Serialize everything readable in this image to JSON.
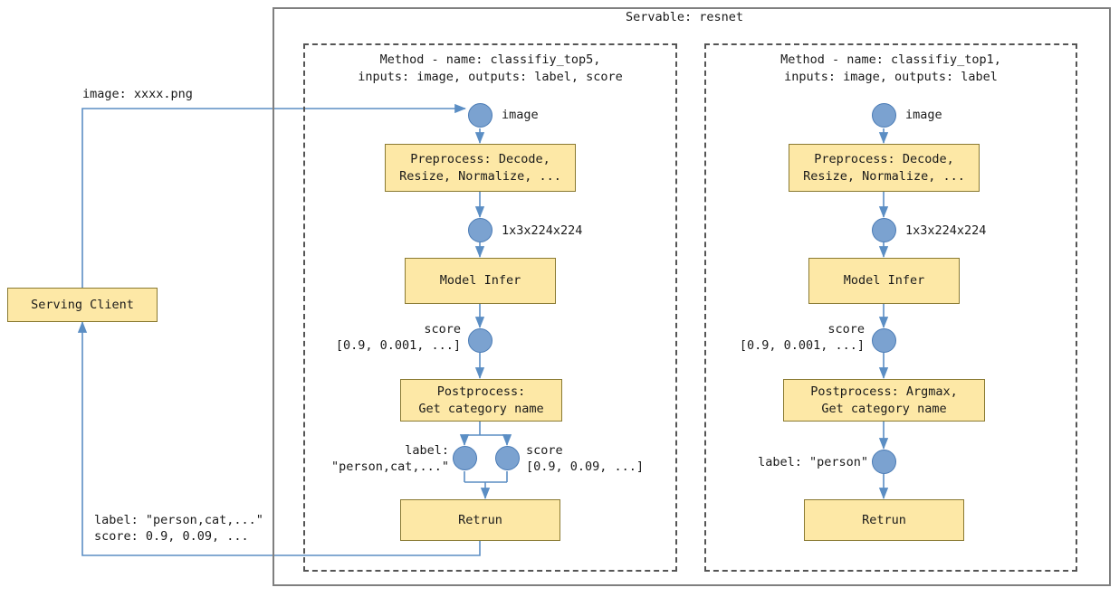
{
  "diagram": {
    "servable": {
      "title": "Servable: resnet"
    },
    "client": {
      "label": "Serving Client"
    },
    "request_label": "image: xxxx.png",
    "response_label": "label: \"person,cat,...\"\nscore: 0.9, 0.09, ...",
    "methods": [
      {
        "id": "classifiy_top5",
        "title": "Method - name: classifiy_top5,\ninputs: image, outputs: label, score",
        "input_port_label": "image",
        "steps": [
          {
            "name": "preprocess",
            "label": "Preprocess: Decode,\nResize, Normalize, ..."
          },
          {
            "name": "model-infer",
            "label": "Model Infer"
          },
          {
            "name": "postprocess",
            "label": "Postprocess:\nGet category name"
          },
          {
            "name": "return",
            "label": "Retrun"
          }
        ],
        "tensor_label": "1x3x224x224",
        "score_label": "score\n[0.9, 0.001, ...]",
        "out_label_left": "label:\n\"person,cat,...\"",
        "out_label_right": "score\n[0.9, 0.09, ...]"
      },
      {
        "id": "classifiy_top1",
        "title": "Method - name: classifiy_top1,\ninputs: image, outputs: label",
        "input_port_label": "image",
        "steps": [
          {
            "name": "preprocess",
            "label": "Preprocess: Decode,\nResize, Normalize, ..."
          },
          {
            "name": "model-infer",
            "label": "Model Infer"
          },
          {
            "name": "postprocess",
            "label": "Postprocess: Argmax,\nGet category name"
          },
          {
            "name": "return",
            "label": "Retrun"
          }
        ],
        "tensor_label": "1x3x224x224",
        "score_label": "score\n[0.9, 0.001, ...]",
        "out_label_left": "label: \"person\""
      }
    ],
    "colors": {
      "node_fill": "#fde8a6",
      "node_stroke": "#8a7a32",
      "dot_fill": "#7ba2d0",
      "dot_stroke": "#4a7bb5",
      "edge": "#5b8ec4",
      "container_stroke": "#7f7f7f",
      "dashed_stroke": "#555555"
    }
  }
}
